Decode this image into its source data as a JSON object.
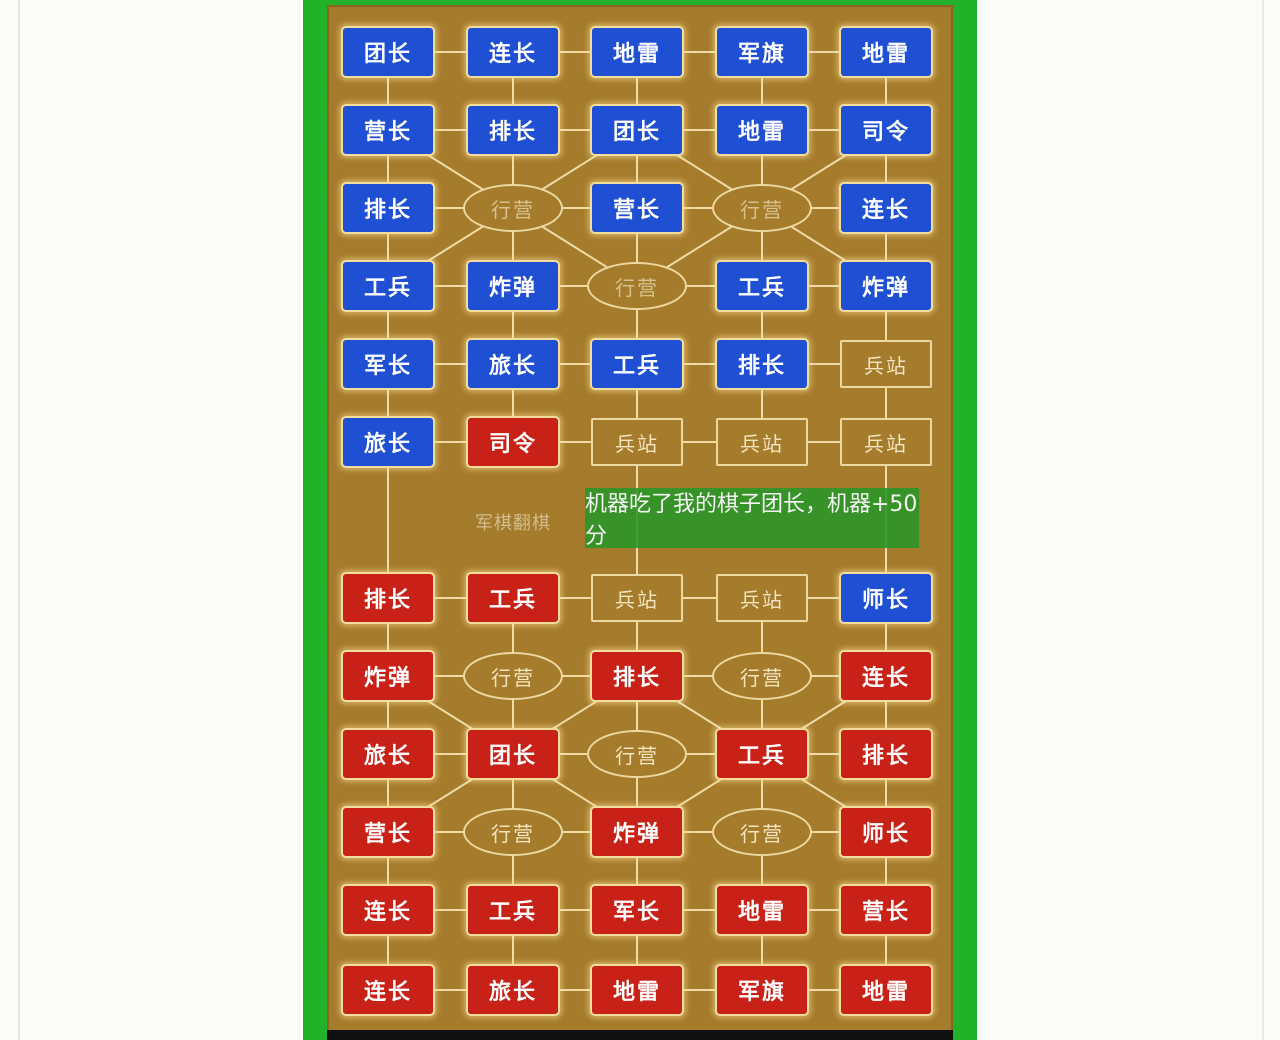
{
  "board": {
    "rows": [
      [
        {
          "type": "piece",
          "side": "blue",
          "label": "团长"
        },
        {
          "type": "piece",
          "side": "blue",
          "label": "连长"
        },
        {
          "type": "piece",
          "side": "blue",
          "label": "地雷"
        },
        {
          "type": "piece",
          "side": "blue",
          "label": "军旗"
        },
        {
          "type": "piece",
          "side": "blue",
          "label": "地雷"
        }
      ],
      [
        {
          "type": "piece",
          "side": "blue",
          "label": "营长"
        },
        {
          "type": "piece",
          "side": "blue",
          "label": "排长"
        },
        {
          "type": "piece",
          "side": "blue",
          "label": "团长"
        },
        {
          "type": "piece",
          "side": "blue",
          "label": "地雷"
        },
        {
          "type": "piece",
          "side": "blue",
          "label": "司令"
        }
      ],
      [
        {
          "type": "piece",
          "side": "blue",
          "label": "排长"
        },
        {
          "type": "camp",
          "label": "行营"
        },
        {
          "type": "piece",
          "side": "blue",
          "label": "营长"
        },
        {
          "type": "camp",
          "label": "行营"
        },
        {
          "type": "piece",
          "side": "blue",
          "label": "连长"
        }
      ],
      [
        {
          "type": "piece",
          "side": "blue",
          "label": "工兵"
        },
        {
          "type": "piece",
          "side": "blue",
          "label": "炸弹"
        },
        {
          "type": "camp",
          "label": "行营"
        },
        {
          "type": "piece",
          "side": "blue",
          "label": "工兵"
        },
        {
          "type": "piece",
          "side": "blue",
          "label": "炸弹"
        }
      ],
      [
        {
          "type": "piece",
          "side": "blue",
          "label": "军长"
        },
        {
          "type": "piece",
          "side": "blue",
          "label": "旅长"
        },
        {
          "type": "piece",
          "side": "blue",
          "label": "工兵"
        },
        {
          "type": "piece",
          "side": "blue",
          "label": "排长"
        },
        {
          "type": "station",
          "label": "兵站"
        }
      ],
      [
        {
          "type": "piece",
          "side": "blue",
          "label": "旅长"
        },
        {
          "type": "piece",
          "side": "red",
          "label": "司令"
        },
        {
          "type": "station",
          "label": "兵站"
        },
        {
          "type": "station",
          "label": "兵站"
        },
        {
          "type": "station",
          "label": "兵站"
        }
      ],
      [
        {
          "type": "piece",
          "side": "red",
          "label": "排长"
        },
        {
          "type": "piece",
          "side": "red",
          "label": "工兵"
        },
        {
          "type": "station",
          "label": "兵站"
        },
        {
          "type": "station",
          "label": "兵站"
        },
        {
          "type": "piece",
          "side": "blue",
          "label": "师长"
        }
      ],
      [
        {
          "type": "piece",
          "side": "red",
          "label": "炸弹"
        },
        {
          "type": "camp",
          "label": "行营"
        },
        {
          "type": "piece",
          "side": "red",
          "label": "排长"
        },
        {
          "type": "camp",
          "label": "行营"
        },
        {
          "type": "piece",
          "side": "red",
          "label": "连长"
        }
      ],
      [
        {
          "type": "piece",
          "side": "red",
          "label": "旅长"
        },
        {
          "type": "piece",
          "side": "red",
          "label": "团长"
        },
        {
          "type": "camp",
          "label": "行营"
        },
        {
          "type": "piece",
          "side": "red",
          "label": "工兵"
        },
        {
          "type": "piece",
          "side": "red",
          "label": "排长"
        }
      ],
      [
        {
          "type": "piece",
          "side": "red",
          "label": "营长"
        },
        {
          "type": "camp",
          "label": "行营"
        },
        {
          "type": "piece",
          "side": "red",
          "label": "炸弹"
        },
        {
          "type": "camp",
          "label": "行营"
        },
        {
          "type": "piece",
          "side": "red",
          "label": "师长"
        }
      ],
      [
        {
          "type": "piece",
          "side": "red",
          "label": "连长"
        },
        {
          "type": "piece",
          "side": "red",
          "label": "工兵"
        },
        {
          "type": "piece",
          "side": "red",
          "label": "军长"
        },
        {
          "type": "piece",
          "side": "red",
          "label": "地雷"
        },
        {
          "type": "piece",
          "side": "red",
          "label": "营长"
        }
      ],
      [
        {
          "type": "piece",
          "side": "red",
          "label": "连长"
        },
        {
          "type": "piece",
          "side": "red",
          "label": "旅长"
        },
        {
          "type": "piece",
          "side": "red",
          "label": "地雷"
        },
        {
          "type": "piece",
          "side": "red",
          "label": "军旗"
        },
        {
          "type": "piece",
          "side": "red",
          "label": "地雷"
        }
      ]
    ]
  },
  "status": {
    "toast": "机器吃了我的棋子团长，机器+50分",
    "faint_label": "军棋翻棋"
  },
  "colors": {
    "frame": "#22b22a",
    "board": "#a57b2c",
    "blue_piece": "#1f4fd2",
    "red_piece": "#c82218"
  }
}
